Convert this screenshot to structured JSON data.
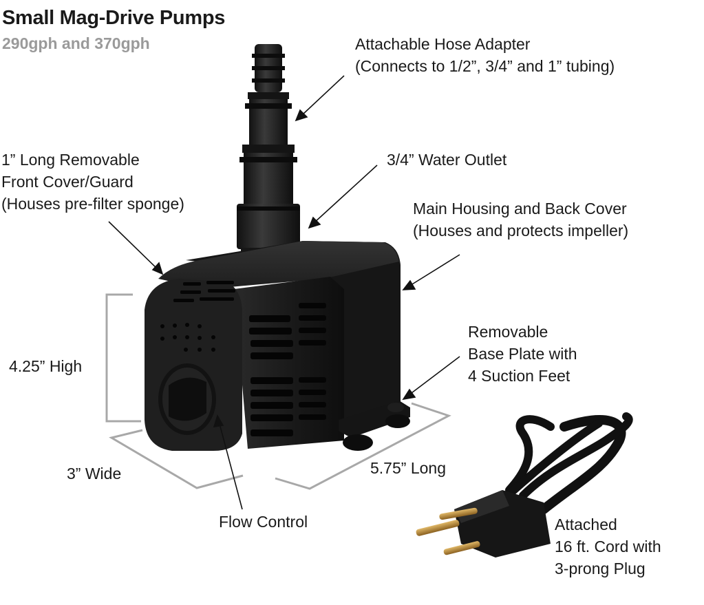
{
  "header": {
    "title": "Small Mag-Drive Pumps",
    "subtitle": "290gph and 370gph"
  },
  "callouts": {
    "hose_adapter": [
      "Attachable Hose Adapter",
      "(Connects to 1/2”, 3/4” and 1” tubing)"
    ],
    "water_outlet": [
      "3/4” Water Outlet"
    ],
    "front_cover": [
      "1” Long Removable",
      "Front Cover/Guard",
      "(Houses pre-filter sponge)"
    ],
    "main_housing": [
      "Main Housing and Back Cover",
      "(Houses and protects impeller)"
    ],
    "base_plate": [
      "Removable",
      "Base Plate with",
      "4 Suction Feet"
    ],
    "flow_control": [
      "Flow Control"
    ],
    "cord": [
      "Attached",
      "16 ft. Cord with",
      "3-prong Plug"
    ]
  },
  "dimensions": {
    "height": "4.25” High",
    "width": "3” Wide",
    "length": "5.75” Long"
  },
  "colors": {
    "text": "#1a1a1a",
    "subtitle": "#9a9a9a",
    "dimension_lines": "#a8a8a8",
    "pump_body": "#1c1c1c",
    "plug_prongs": "#b8893a"
  }
}
